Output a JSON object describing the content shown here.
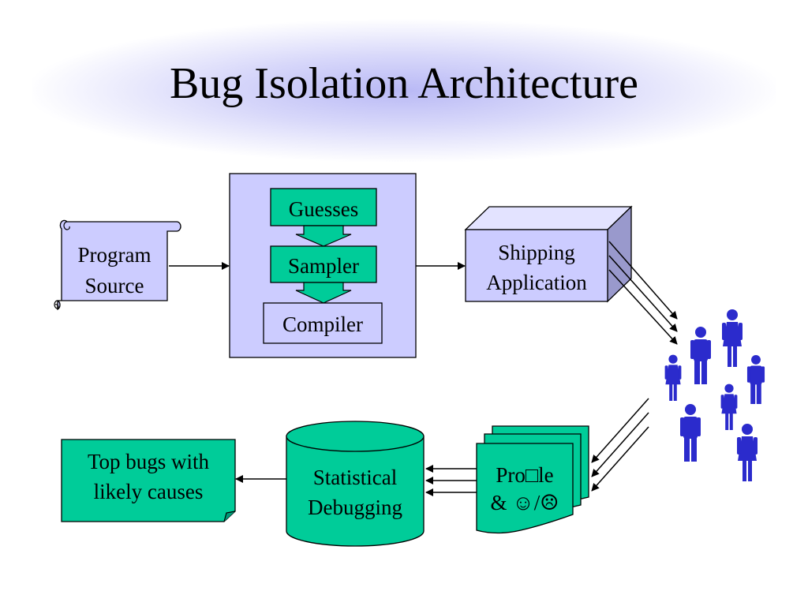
{
  "slide": {
    "title": "Bug Isolation Architecture"
  },
  "nodes": {
    "program_source": {
      "line1": "Program",
      "line2": "Source"
    },
    "guesses": "Guesses",
    "sampler": "Sampler",
    "compiler": "Compiler",
    "shipping_application": {
      "line1": "Shipping",
      "line2": "Application"
    },
    "profile": {
      "line1": "Pro□le",
      "line2": "& ☺/☹"
    },
    "statistical_debugging": {
      "line1": "Statistical",
      "line2": "Debugging"
    },
    "top_bugs": {
      "line1": "Top bugs with",
      "line2": "likely causes"
    }
  },
  "colors": {
    "lavender": "#ccccff",
    "green": "#00cc99",
    "figure_blue": "#2b2bcc",
    "glow": "#b9b9f5"
  }
}
